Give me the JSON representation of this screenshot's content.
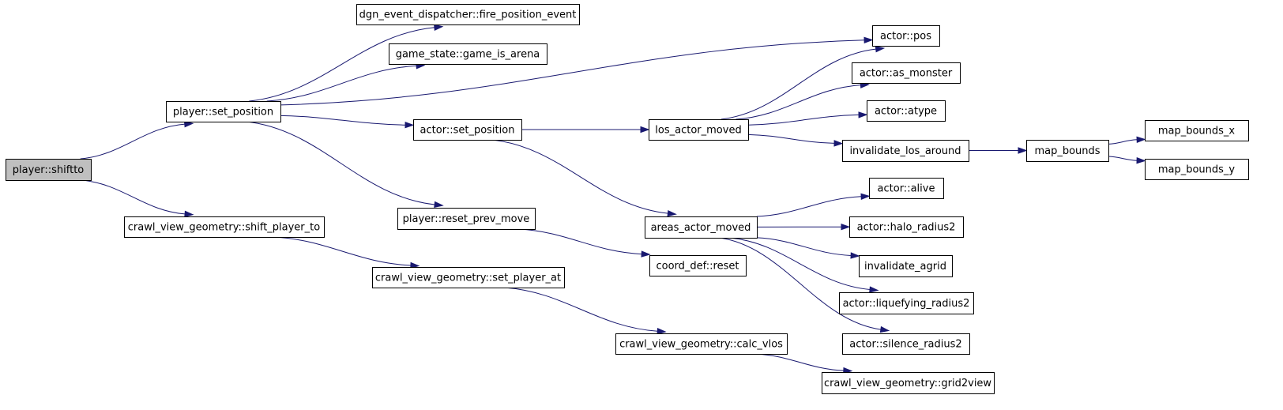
{
  "graph": {
    "nodes": [
      {
        "id": "shiftto",
        "label": "player::shiftto",
        "root": true
      },
      {
        "id": "set_position",
        "label": "player::set_position"
      },
      {
        "id": "shift_player_to",
        "label": "crawl_view_geometry::shift_player_to"
      },
      {
        "id": "fire_position_event",
        "label": "dgn_event_dispatcher::fire_position_event"
      },
      {
        "id": "game_is_arena",
        "label": "game_state::game_is_arena"
      },
      {
        "id": "actor_pos",
        "label": "actor::pos"
      },
      {
        "id": "actor_set_position",
        "label": "actor::set_position"
      },
      {
        "id": "reset_prev_move",
        "label": "player::reset_prev_move"
      },
      {
        "id": "set_player_at",
        "label": "crawl_view_geometry::set_player_at"
      },
      {
        "id": "los_actor_moved",
        "label": "los_actor_moved"
      },
      {
        "id": "areas_actor_moved",
        "label": "areas_actor_moved"
      },
      {
        "id": "coord_reset",
        "label": "coord_def::reset"
      },
      {
        "id": "calc_vlos",
        "label": "crawl_view_geometry::calc_vlos"
      },
      {
        "id": "grid2view",
        "label": "crawl_view_geometry::grid2view"
      },
      {
        "id": "as_monster",
        "label": "actor::as_monster"
      },
      {
        "id": "atype",
        "label": "actor::atype"
      },
      {
        "id": "invalidate_los_around",
        "label": "invalidate_los_around"
      },
      {
        "id": "map_bounds",
        "label": "map_bounds"
      },
      {
        "id": "map_bounds_x",
        "label": "map_bounds_x"
      },
      {
        "id": "map_bounds_y",
        "label": "map_bounds_y"
      },
      {
        "id": "alive",
        "label": "actor::alive"
      },
      {
        "id": "halo_radius2",
        "label": "actor::halo_radius2"
      },
      {
        "id": "invalidate_agrid",
        "label": "invalidate_agrid"
      },
      {
        "id": "liquefying_radius2",
        "label": "actor::liquefying_radius2"
      },
      {
        "id": "silence_radius2",
        "label": "actor::silence_radius2"
      }
    ],
    "edges": [
      {
        "from": "shiftto",
        "to": "set_position"
      },
      {
        "from": "shiftto",
        "to": "shift_player_to"
      },
      {
        "from": "set_position",
        "to": "fire_position_event"
      },
      {
        "from": "set_position",
        "to": "game_is_arena"
      },
      {
        "from": "set_position",
        "to": "actor_pos"
      },
      {
        "from": "set_position",
        "to": "actor_set_position"
      },
      {
        "from": "set_position",
        "to": "reset_prev_move"
      },
      {
        "from": "shift_player_to",
        "to": "set_player_at"
      },
      {
        "from": "actor_set_position",
        "to": "los_actor_moved"
      },
      {
        "from": "actor_set_position",
        "to": "areas_actor_moved"
      },
      {
        "from": "reset_prev_move",
        "to": "coord_reset"
      },
      {
        "from": "set_player_at",
        "to": "calc_vlos"
      },
      {
        "from": "calc_vlos",
        "to": "grid2view"
      },
      {
        "from": "los_actor_moved",
        "to": "actor_pos"
      },
      {
        "from": "los_actor_moved",
        "to": "as_monster"
      },
      {
        "from": "los_actor_moved",
        "to": "atype"
      },
      {
        "from": "los_actor_moved",
        "to": "invalidate_los_around"
      },
      {
        "from": "invalidate_los_around",
        "to": "map_bounds"
      },
      {
        "from": "map_bounds",
        "to": "map_bounds_x"
      },
      {
        "from": "map_bounds",
        "to": "map_bounds_y"
      },
      {
        "from": "areas_actor_moved",
        "to": "alive"
      },
      {
        "from": "areas_actor_moved",
        "to": "halo_radius2"
      },
      {
        "from": "areas_actor_moved",
        "to": "invalidate_agrid"
      },
      {
        "from": "areas_actor_moved",
        "to": "liquefying_radius2"
      },
      {
        "from": "areas_actor_moved",
        "to": "silence_radius2"
      }
    ]
  },
  "colors": {
    "edge": "#191970",
    "node_border": "#000000",
    "node_fill": "#ffffff",
    "root_fill": "#bfbfbf"
  }
}
